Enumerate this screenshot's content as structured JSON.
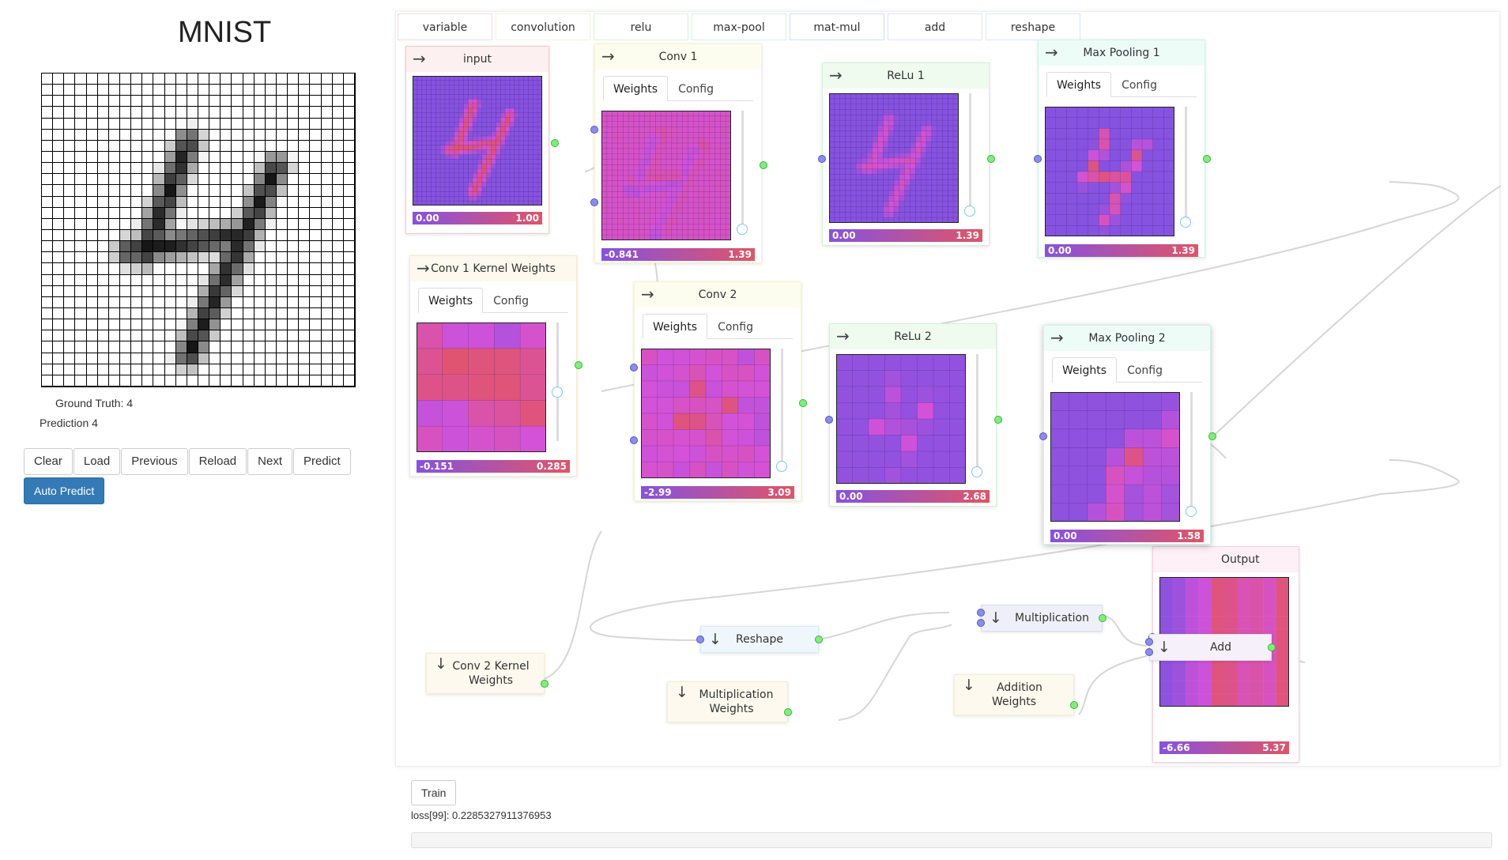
{
  "left_panel": {
    "title": "MNIST",
    "ground_truth": "Ground Truth: 4",
    "prediction": "Prediction 4",
    "buttons": [
      "Clear",
      "Load",
      "Previous",
      "Reload",
      "Next",
      "Predict"
    ],
    "auto_predict": "Auto Predict"
  },
  "palette": [
    "variable",
    "convolution",
    "relu",
    "max-pool",
    "mat-mul",
    "add",
    "reshape"
  ],
  "tabs": {
    "weights": "Weights",
    "config": "Config"
  },
  "nodes": {
    "input": {
      "title": "input",
      "min": "0.00",
      "max": "1.00"
    },
    "conv1": {
      "title": "Conv 1",
      "min": "-0.841",
      "max": "1.39"
    },
    "relu1": {
      "title": "ReLu 1",
      "min": "0.00",
      "max": "1.39"
    },
    "maxpool1": {
      "title": "Max Pooling 1",
      "min": "0.00",
      "max": "1.39"
    },
    "conv1_kernel": {
      "title": "Conv 1 Kernel Weights",
      "min": "-0.151",
      "max": "0.285"
    },
    "conv2": {
      "title": "Conv 2",
      "min": "-2.99",
      "max": "3.09"
    },
    "relu2": {
      "title": "ReLu 2",
      "min": "0.00",
      "max": "2.68"
    },
    "maxpool2": {
      "title": "Max Pooling 2",
      "min": "0.00",
      "max": "1.58"
    },
    "output": {
      "title": "Output",
      "min": "-6.66",
      "max": "5.37"
    }
  },
  "ops": {
    "reshape": "Reshape",
    "multiplication": "Multiplication",
    "add": "Add",
    "conv2_kernel_l1": "Conv 2 Kernel",
    "conv2_kernel_l2": "Weights",
    "mult_weights_l1": "Multiplication",
    "mult_weights_l2": "Weights",
    "add_weights_l1": "Addition",
    "add_weights_l2": "Weights"
  },
  "train": {
    "label": "Train",
    "loss": "loss[99]: 0.2285327911376953"
  },
  "colors": {
    "low": "#8652e0",
    "high": "#e15466",
    "mid": "#d452d8",
    "port_in": "#8a8cf0",
    "port_out": "#7ef07a"
  }
}
